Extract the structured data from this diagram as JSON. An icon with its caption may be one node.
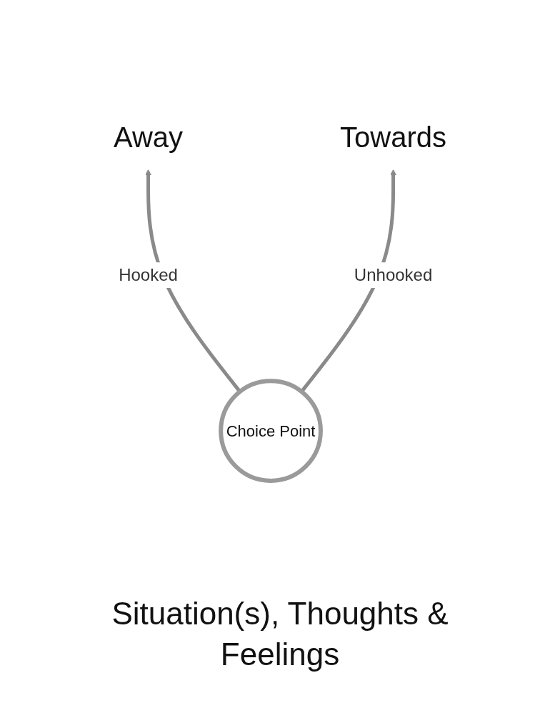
{
  "diagram": {
    "nodes": [
      {
        "text": [
          "Away"
        ]
      },
      {
        "text": [
          "Towards"
        ]
      },
      {
        "text": [
          "Choice Point"
        ]
      }
    ],
    "edges": [
      {
        "from": 2,
        "to": 0,
        "arrow": "to",
        "label": "Hooked"
      },
      {
        "from": 2,
        "to": 1,
        "arrow": "to",
        "label": "Unhooked"
      }
    ],
    "labels": [
      "Situation(s), Thoughts & Feelings"
    ]
  }
}
